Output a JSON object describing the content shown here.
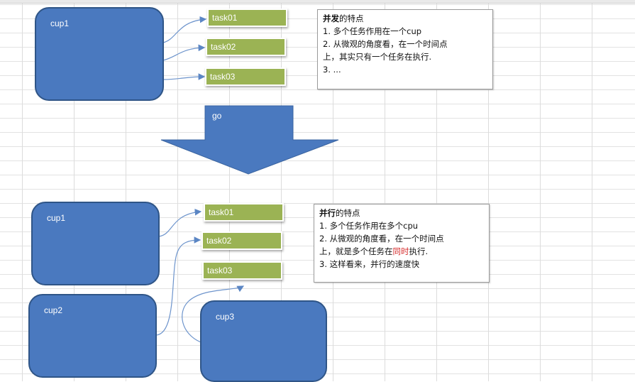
{
  "diagram": {
    "concurrency": {
      "cpu_label": "cup1",
      "tasks": [
        "task01",
        "task02",
        "task03"
      ],
      "note": {
        "title_bold": "并发",
        "title_rest": "的特点",
        "line1": "1. 多个任务作用在一个cup",
        "line2a": "2. 从微观的角度看，在一个时间点",
        "line2b": "上，其实只有一个任务在执行.",
        "line3": "3. ..."
      }
    },
    "transition_label": "go",
    "parallelism": {
      "cpu_labels": [
        "cup1",
        "cup2",
        "cup3"
      ],
      "tasks": [
        "task01",
        "task02",
        "task03"
      ],
      "note": {
        "title_bold": "并行",
        "title_rest": "的特点",
        "line1": "1. 多个任务作用在多个cpu",
        "line2a": "2. 从微观的角度看，在一个时间点",
        "line2b_prefix": "上，就是多个任务在",
        "line2b_highlight": "同时",
        "line2b_suffix": "执行.",
        "line3": "3. 这样看来，并行的速度快"
      }
    },
    "colors": {
      "cpu_fill": "#4a79bf",
      "task_fill": "#9bb354",
      "arrow_fill": "#4a79bf",
      "highlight": "#d52a2a"
    }
  }
}
